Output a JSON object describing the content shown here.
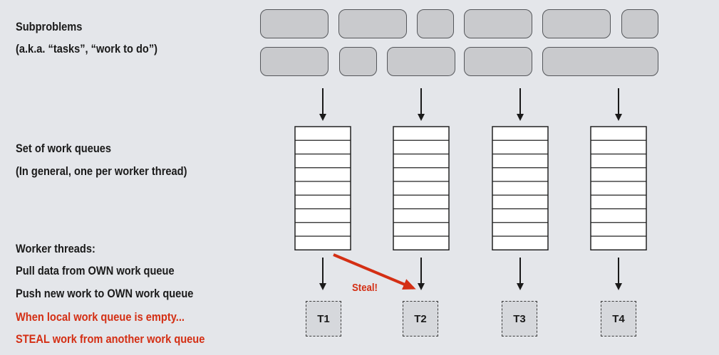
{
  "labels": {
    "subproblems_line1": "Subproblems",
    "subproblems_line2": "(a.k.a. “tasks”, “work to do”)",
    "queues_line1": "Set of work queues",
    "queues_line2": "(In general, one per worker thread)",
    "workers_line1": "Worker threads:",
    "workers_line2": "Pull data from OWN work queue",
    "workers_line3": "Push new work to OWN work queue",
    "workers_line4": "When local work queue is empty...",
    "workers_line5": "STEAL work from another work queue"
  },
  "steal_label": "Steal!",
  "threads": [
    {
      "label": "T1"
    },
    {
      "label": "T2"
    },
    {
      "label": "T3"
    },
    {
      "label": "T4"
    }
  ],
  "colors": {
    "accent_red": "#d42f14",
    "task_fill": "#c9cacd",
    "background": "#e4e6ea"
  }
}
